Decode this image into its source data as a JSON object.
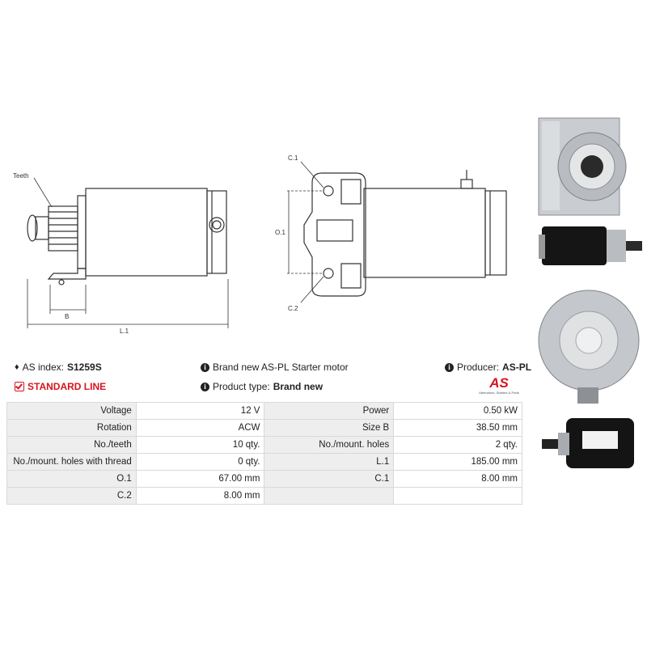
{
  "drawing": {
    "teeth_label": "Teeth",
    "b_label": "B",
    "l1_label": "L.1",
    "c1_label": "C.1",
    "c2_label": "C.2",
    "o1_label": "O.1"
  },
  "header": {
    "as_index_label": "AS index:",
    "as_index_value": "S1259S",
    "description": "Brand new AS-PL Starter motor",
    "producer_label": "Producer:",
    "producer_value": "AS-PL",
    "line": "STANDARD LINE",
    "product_type_label": "Product type:",
    "product_type_value": "Brand new"
  },
  "logo": {
    "mark": "AS",
    "tagline": "Alternators, Starters & Parts"
  },
  "specs": [
    {
      "l1": "Voltage",
      "v1": "12 V",
      "l2": "Power",
      "v2": "0.50 kW"
    },
    {
      "l1": "Rotation",
      "v1": "ACW",
      "l2": "Size B",
      "v2": "38.50 mm"
    },
    {
      "l1": "No./teeth",
      "v1": "10 qty.",
      "l2": "No./mount. holes",
      "v2": "2 qty."
    },
    {
      "l1": "No./mount. holes with thread",
      "v1": "0 qty.",
      "l2": "L.1",
      "v2": "185.00 mm"
    },
    {
      "l1": "O.1",
      "v1": "67.00 mm",
      "l2": "C.1",
      "v2": "8.00 mm"
    },
    {
      "l1": "C.2",
      "v1": "8.00 mm",
      "l2": "",
      "v2": ""
    }
  ]
}
